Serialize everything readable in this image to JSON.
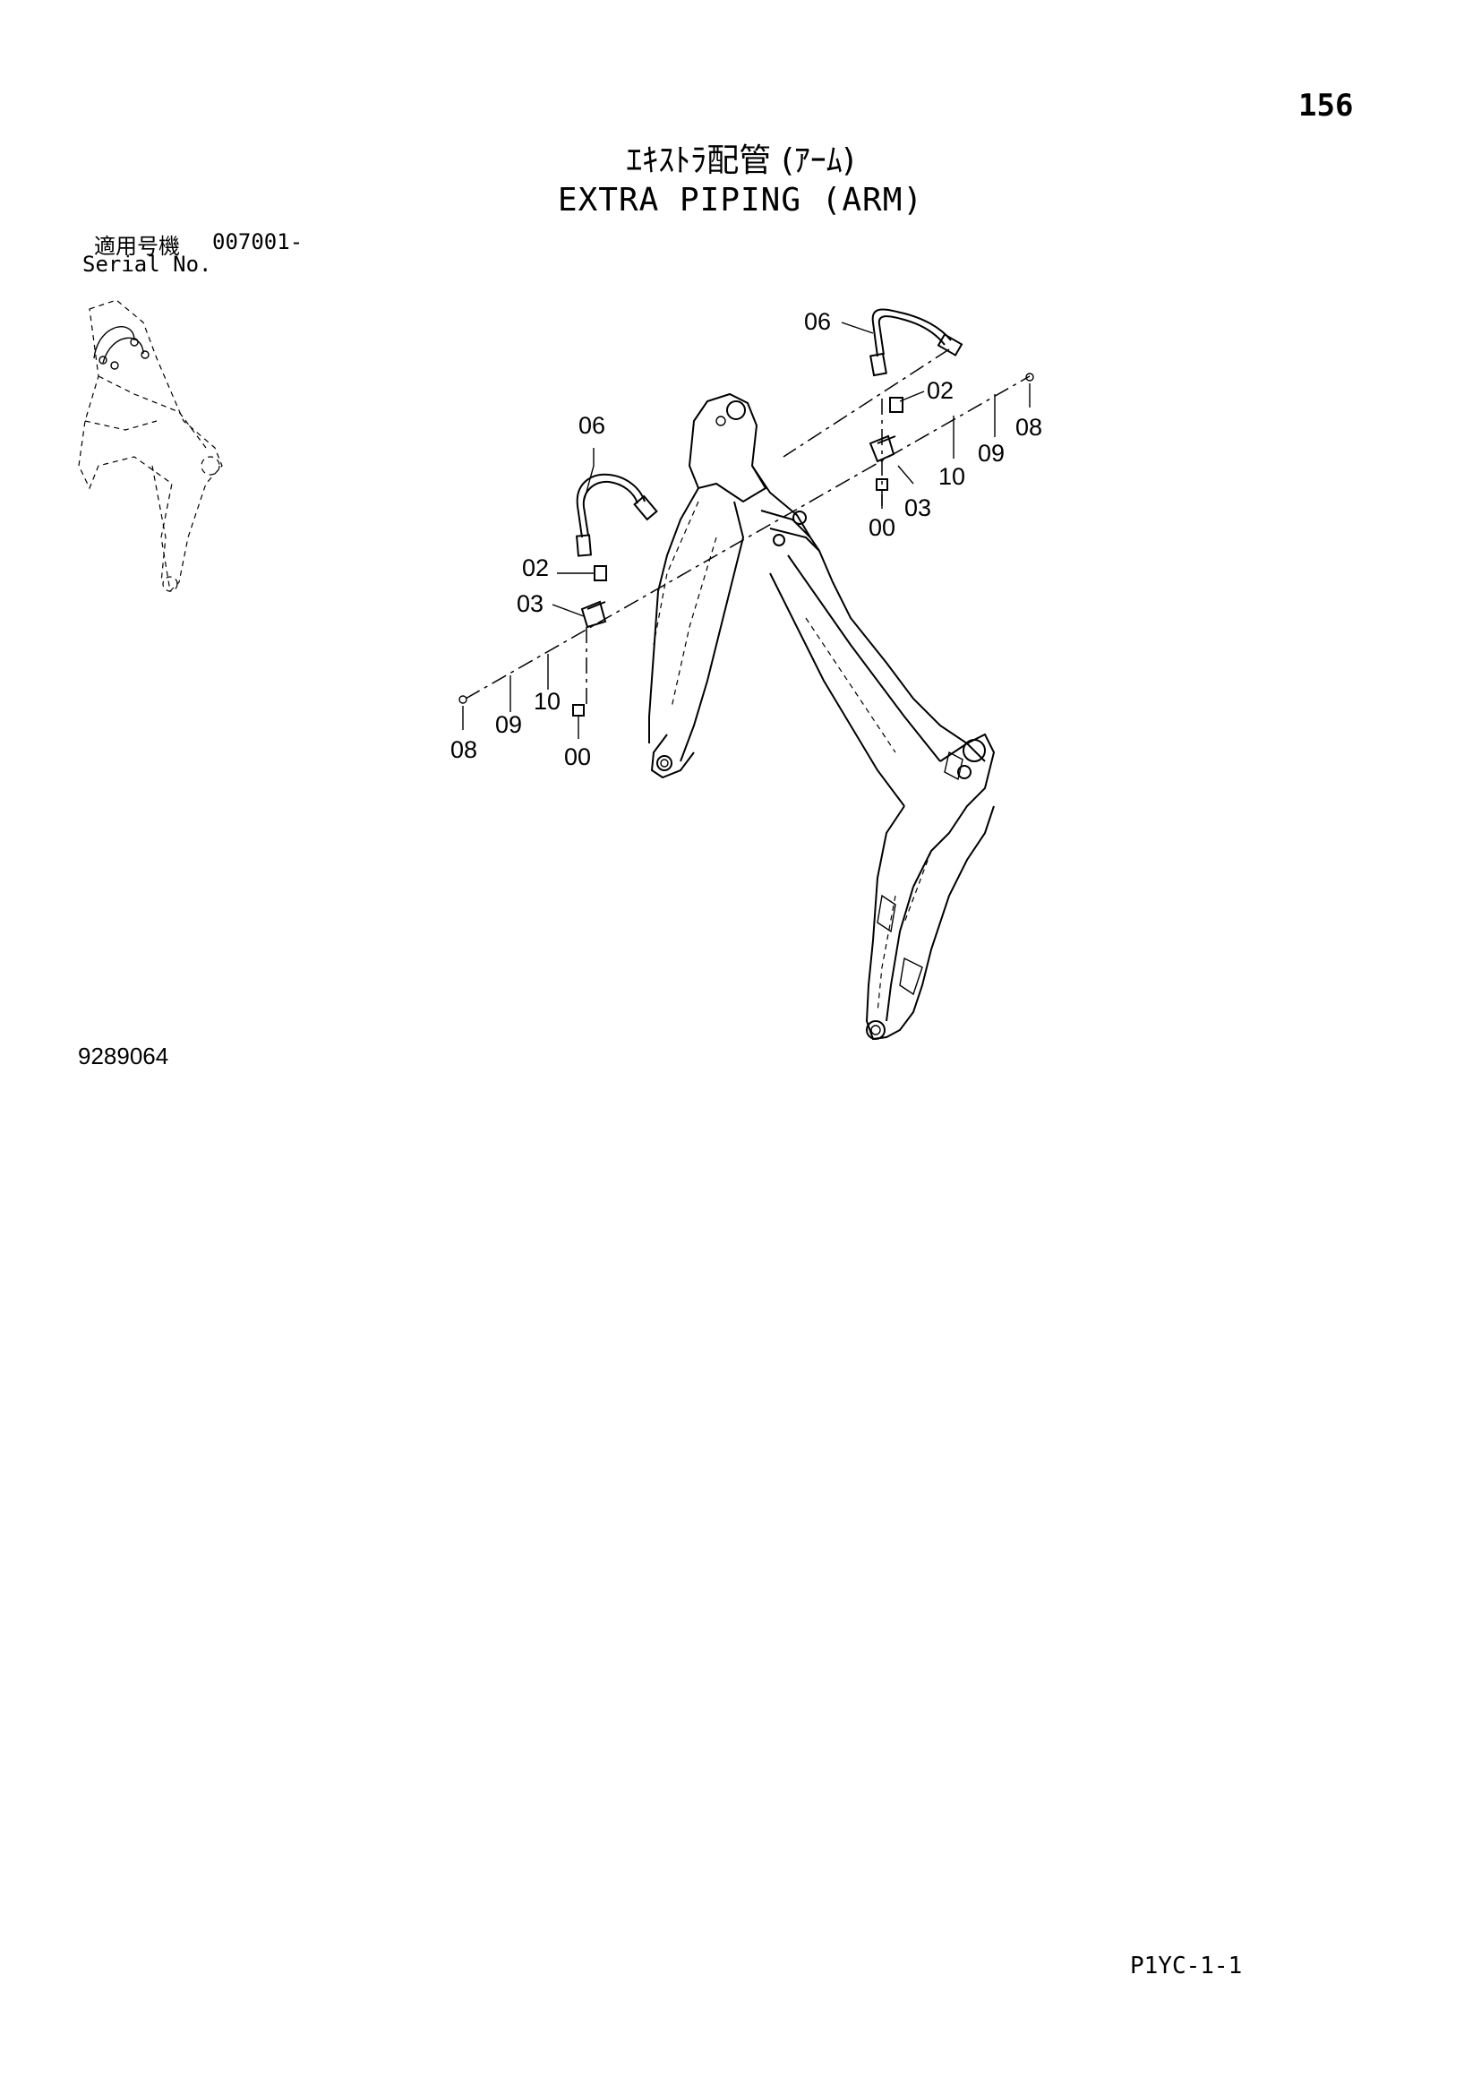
{
  "page_number": "156",
  "title_jp": "ｴｷｽﾄﾗ配管 (ｱｰﾑ)",
  "title_en": "EXTRA PIPING (ARM)",
  "serial": {
    "label_jp": "適用号機",
    "range": "007001-",
    "label_en": "Serial No."
  },
  "callouts": {
    "right_06": "06",
    "right_02": "02",
    "right_08": "08",
    "right_09": "09",
    "right_10": "10",
    "right_03": "03",
    "right_00": "00",
    "left_06": "06",
    "left_02": "02",
    "left_03": "03",
    "left_10": "10",
    "left_09": "09",
    "left_08": "08",
    "left_00": "00"
  },
  "drawing_number": "9289064",
  "footer_code": "P1YC-1-1"
}
